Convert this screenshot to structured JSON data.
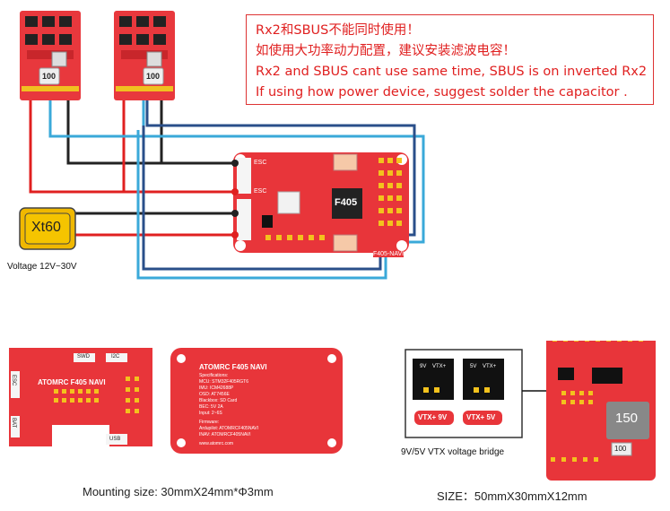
{
  "notes": [
    "Rx2和SBUS不能同时使用！",
    "如使用大功率动力配置，建议安装滤波电容！",
    "Rx2 and SBUS cant use same time, SBUS is on inverted Rx2",
    "If using how power device, suggest solder the capacitor ."
  ],
  "battery": {
    "label": "Xt60",
    "voltage": "Voltage 12V~30V"
  },
  "escs": [
    {
      "cap_label": "100"
    },
    {
      "cap_label": "100"
    }
  ],
  "fc_main": {
    "chip": "F405",
    "pads": [
      "ESC",
      "ESC"
    ],
    "bottom_label": "F405-NAVI"
  },
  "mounting": {
    "caption": "Mounting size: 30mmX24mm*Φ3mm",
    "front_title": "ATOMRC F405 NAVI",
    "front_labels": [
      "SWD",
      "I2C",
      "USB",
      "ESC",
      "BAT"
    ],
    "back_title": "ATOMRC F405 NAVI",
    "back_lines": [
      "Specifications:",
      "MCU: STM32F405RGT6",
      "IMU: ICM42688P",
      "OSD: AT7456E",
      "Blackbox: SD Card",
      "BEC: 5V 2A",
      "Input: 2~6S",
      "Firmware:",
      "Ardupilot: ATOMRCF405NAVI",
      "INAV: ATOMRCF405NAVI",
      "www.atomrc.com"
    ]
  },
  "vtx": {
    "labels": [
      "VTX+ 9V",
      "VTX+ 5V"
    ],
    "pad_labels": [
      "9V",
      "VTX+",
      "5V",
      "VTX+"
    ],
    "caption": "9V/5V VTX voltage bridge"
  },
  "size": {
    "caption": "SIZE：50mmX30mmX12mm",
    "inductor": "150",
    "cap": "100"
  }
}
